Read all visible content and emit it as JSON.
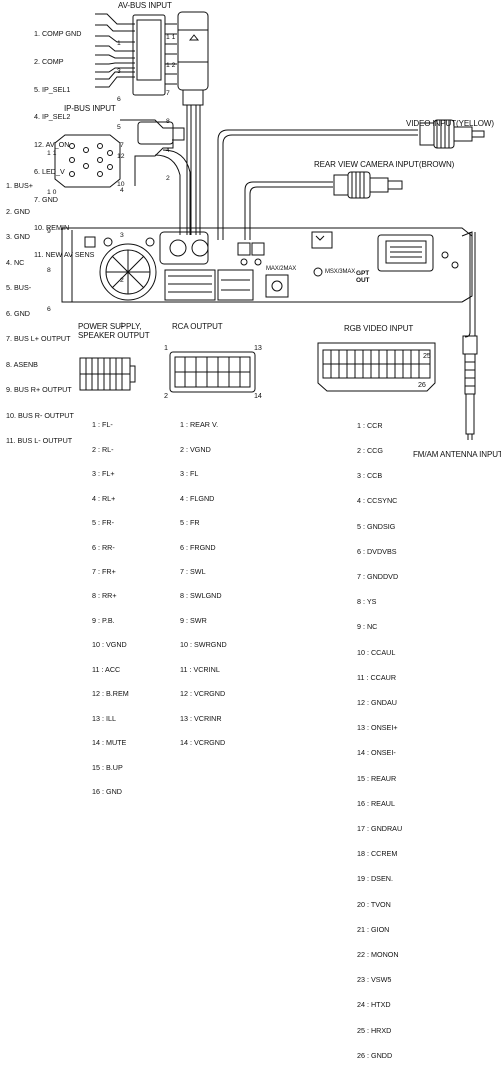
{
  "av_bus": {
    "title": "AV-BUS INPUT",
    "labels": [
      "1. COMP GND",
      "2. COMP",
      "5. IP_SEL1",
      "4. IP_SEL2",
      "12. AV_ON",
      "6. LED_V",
      "7. GND",
      "10. REMIN",
      "11. NEW AV SENS"
    ],
    "pins_left": [
      "1",
      "3",
      "6",
      "5",
      "12",
      "10"
    ],
    "pins_right": [
      "1 1",
      "1 2",
      "7",
      "8",
      "4",
      "2"
    ]
  },
  "ip_bus": {
    "title": "IP-BUS INPUT",
    "left_pins": [
      "1 1",
      "1 0",
      "9",
      "8",
      "6"
    ],
    "right_pins": [
      "7",
      "4",
      "3",
      "2",
      "1"
    ],
    "labels": [
      "1. BUS+",
      "2. GND",
      "3. GND",
      "4. NC",
      "5. BUS-",
      "6. GND",
      "7. BUS L+ OUTPUT",
      "8. ASENB",
      "9. BUS R+ OUTPUT",
      "10. BUS R- OUTPUT",
      "11. BUS L- OUTPUT"
    ]
  },
  "video_input": "VIDEO INPUT(YELLOW)",
  "rear_view_camera": "REAR VIEW CAMERA INPUT(BROWN)",
  "unit_labels": {
    "max_left": "MAX/2MAX",
    "max_right": "MSX/3MAX",
    "gpt_out": "GPT\nOUT"
  },
  "power_supply": {
    "title": "POWER SUPPLY,\nSPEAKER OUTPUT",
    "pins": [
      "1 : FL-",
      "2 : RL-",
      "3 : FL+",
      "4 : RL+",
      "5 : FR-",
      "6 : RR-",
      "7 : FR+",
      "8 : RR+",
      "9 : P.B.",
      "10 : VGND",
      "11 : ACC",
      "12 : B.REM",
      "13 : ILL",
      "14 : MUTE",
      "15 : B.UP",
      "16 : GND"
    ]
  },
  "rca_output": {
    "title": "RCA OUTPUT",
    "corner_labels": [
      "1",
      "13",
      "2",
      "14"
    ],
    "pins": [
      "1 : REAR V.",
      "2 : VGND",
      "3 : FL",
      "4 : FLGND",
      "5 : FR",
      "6 : FRGND",
      "7 : SWL",
      "8 : SWLGND",
      "9 : SWR",
      "10 : SWRGND",
      "11 : VCRINL",
      "12 : VCRGND",
      "13 : VCRINR",
      "14 : VCRGND"
    ]
  },
  "rgb_video": {
    "title": "RGB VIDEO INPUT",
    "corner_labels": [
      "25",
      "26"
    ],
    "pins": [
      "1 : CCR",
      "2 : CCG",
      "3 : CCB",
      "4 : CCSYNC",
      "5 : GNDSIG",
      "6 : DVDVBS",
      "7 : GNDDVD",
      "8 : YS",
      "9 : NC",
      "10 : CCAUL",
      "11 : CCAUR",
      "12 : GNDAU",
      "13 : ONSEI+",
      "14 : ONSEI-",
      "15 : REAUR",
      "16 : REAUL",
      "17 : GNDRAU",
      "18 : CCREM",
      "19 : DSEN.",
      "20 : TVON",
      "21 : GION",
      "22 : MONON",
      "23 : VSW5",
      "24 : HTXD",
      "25 : HRXD",
      "26 : GNDD"
    ]
  },
  "fm_am": "FM/AM ANTENNA INPUT"
}
